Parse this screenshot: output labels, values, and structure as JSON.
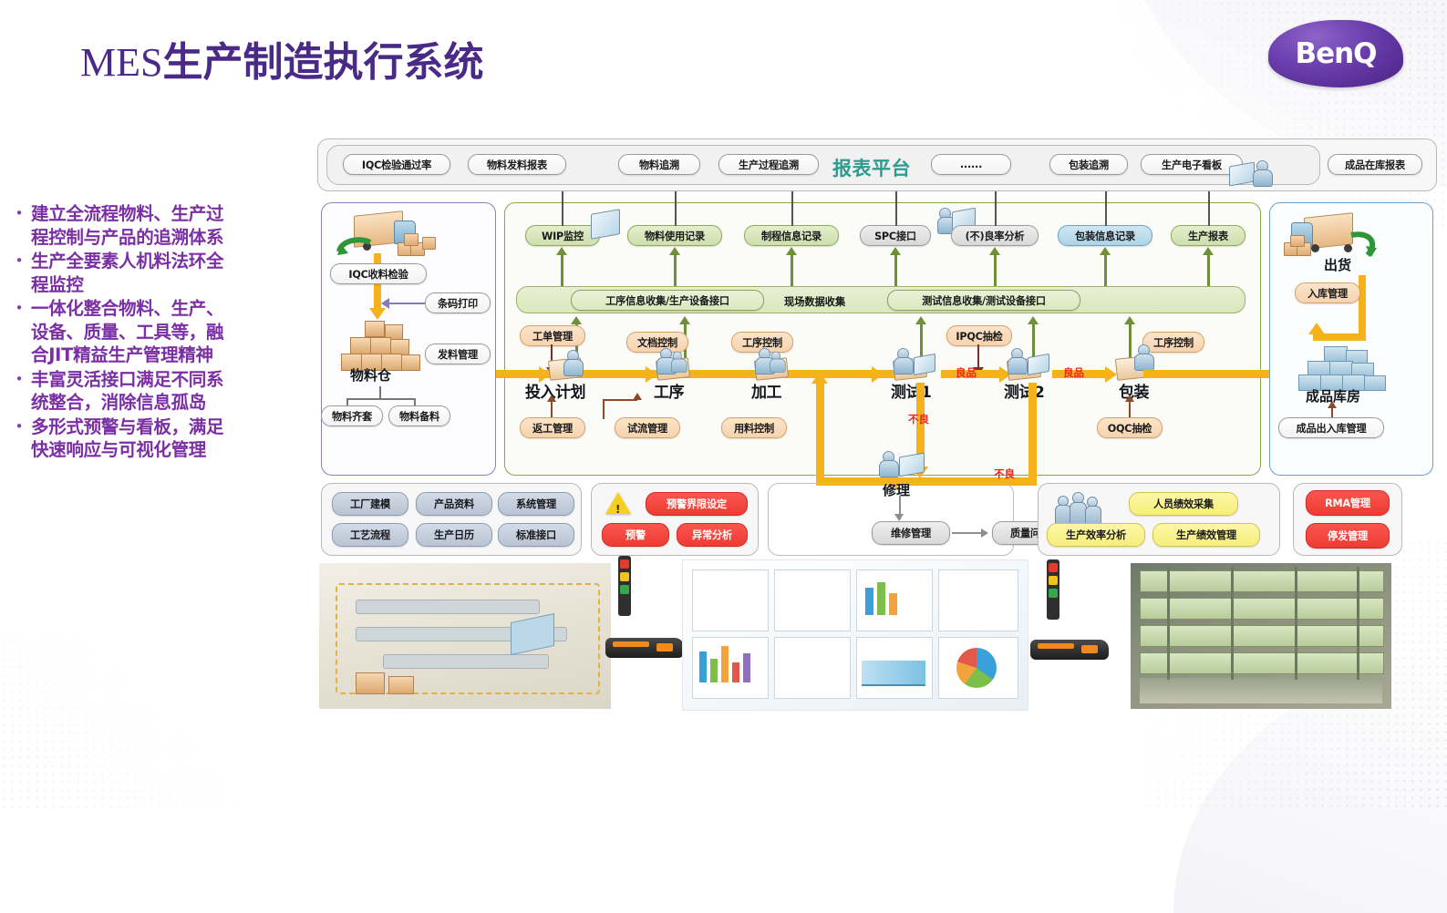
{
  "slide": {
    "title_en": "MES",
    "title_cn": "生产制造执行系统",
    "logo_text": "BenQ",
    "brand_color": "#4b2183",
    "accent_color": "#2e9b8f"
  },
  "bullets": [
    "建立全流程物料、生产过程控制与产品的追溯体系",
    "生产全要素人机料法环全程监控",
    "一体化整合物料、生产、设备、质量、工具等，融合JIT精益生产管理精神",
    "丰富灵活接口满足不同系统整合，消除信息孤岛",
    "多形式预警与看板，满足快速响应与可视化管理"
  ],
  "report_platform": {
    "title": "报表平台",
    "items_left": [
      "IQC检验通过率",
      "物料发料报表",
      "物料追溯",
      "生产过程追溯"
    ],
    "items_right": [
      "......",
      "包装追溯",
      "生产电子看板"
    ],
    "items_far_right": [
      "成品在库报表"
    ]
  },
  "record_row": [
    {
      "label": "WIP监控",
      "color": "green"
    },
    {
      "label": "物料使用记录",
      "color": "green"
    },
    {
      "label": "制程信息记录",
      "color": "green"
    },
    {
      "label": "SPC接口",
      "color": "gray"
    },
    {
      "label": "(不)良率分析",
      "color": "gray"
    },
    {
      "label": "包装信息记录",
      "color": "blue"
    },
    {
      "label": "生产报表",
      "color": "green"
    }
  ],
  "collection_band": {
    "left_pill": "工序信息收集/生产设备接口",
    "center_label": "现场数据收集",
    "right_pill": "测试信息收集/测试设备接口"
  },
  "control_tags_top": [
    "工单管理",
    "文档控制",
    "工序控制",
    "IPQC抽检",
    "工序控制"
  ],
  "process_stages": [
    "投入计划",
    "工序",
    "加工",
    "测试1",
    "测试2",
    "包装"
  ],
  "flow_labels": {
    "good1": "良品",
    "good2": "良品",
    "bad1": "不良",
    "bad2": "不良"
  },
  "control_tags_bottom": [
    "返工管理",
    "试流管理",
    "用料控制",
    "OQC抽检"
  ],
  "material_panel": {
    "iqc": "IQC收料检验",
    "barcode": "条码打印",
    "issue": "发料管理",
    "warehouse": "物料仓",
    "sub": [
      "物料齐套",
      "物料备料"
    ]
  },
  "finished_panel": {
    "shipment": "出货",
    "inbound": "入库管理",
    "warehouse": "成品库房",
    "sub": "成品出入库管理"
  },
  "repair_group": {
    "title": "修理",
    "items": [
      "维修管理",
      "质量问题分析"
    ]
  },
  "basic_box": [
    "工厂建模",
    "产品资料",
    "系统管理",
    "工艺流程",
    "生产日历",
    "标准接口"
  ],
  "alert_box": [
    "预警界限设定",
    "预警",
    "异常分析"
  ],
  "performance_box": [
    "人员绩效采集",
    "生产效率分析",
    "生产绩效管理"
  ],
  "rma_box": [
    "RMA管理",
    "停发管理"
  ]
}
